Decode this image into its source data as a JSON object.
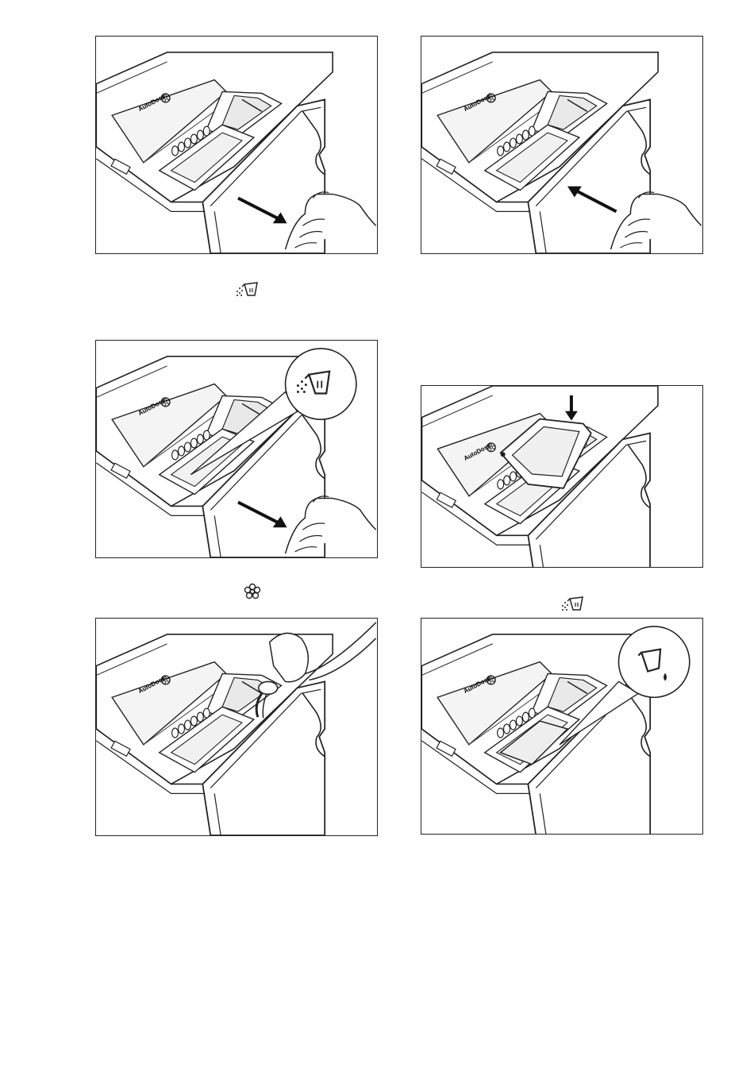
{
  "drawer_label": "AutoDose",
  "figures": [
    {
      "id": "fig1",
      "action": "pull-drawer-out"
    },
    {
      "id": "fig2",
      "action": "push-drawer-in"
    },
    {
      "id": "fig3",
      "action": "pull-drawer-out-detergent-callout"
    },
    {
      "id": "fig4",
      "action": "insert-container"
    },
    {
      "id": "fig5",
      "action": "fill-softener-compartment"
    },
    {
      "id": "fig6",
      "action": "liquid-detergent-callout"
    }
  ],
  "icons": {
    "detergent": "powder-detergent-icon",
    "softener": "softener-flower-icon",
    "liquid": "liquid-detergent-icon"
  }
}
